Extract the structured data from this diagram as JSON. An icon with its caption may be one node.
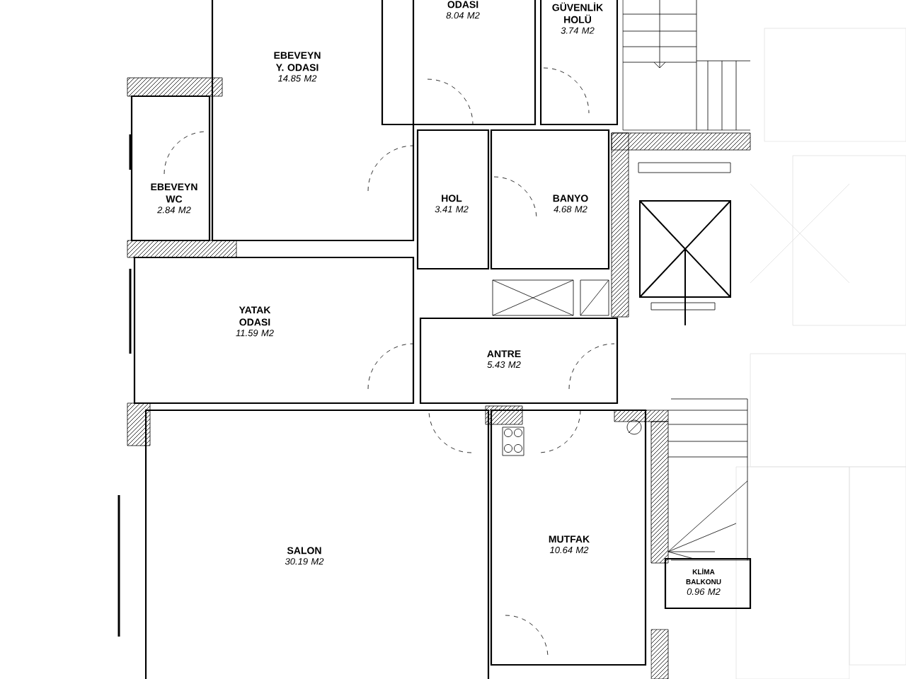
{
  "diagram": {
    "nodes": [
      {
        "text": [
          "ODASI",
          "8.04 M2"
        ]
      },
      {
        "text": [
          "GÜVENLİK HOLÜ",
          "3.74 M2"
        ]
      },
      {
        "text": [
          "EBEVEYN Y. ODASI",
          "14.85 M2"
        ]
      },
      {
        "text": [
          "EBEVEYN WC",
          "2.84 M2"
        ]
      },
      {
        "text": [
          "HOL",
          "3.41 M2"
        ]
      },
      {
        "text": [
          "BANYO",
          "4.68 M2"
        ]
      },
      {
        "text": [
          "YATAK ODASI",
          "11.59 M2"
        ]
      },
      {
        "text": [
          "ANTRE",
          "5.43 M2"
        ]
      },
      {
        "text": [
          "SALON",
          "30.19 M2"
        ]
      },
      {
        "text": [
          "MUTFAK",
          "10.64 M2"
        ]
      },
      {
        "text": [
          "KLİMA BALKONU",
          "0.96 M2"
        ]
      }
    ]
  }
}
